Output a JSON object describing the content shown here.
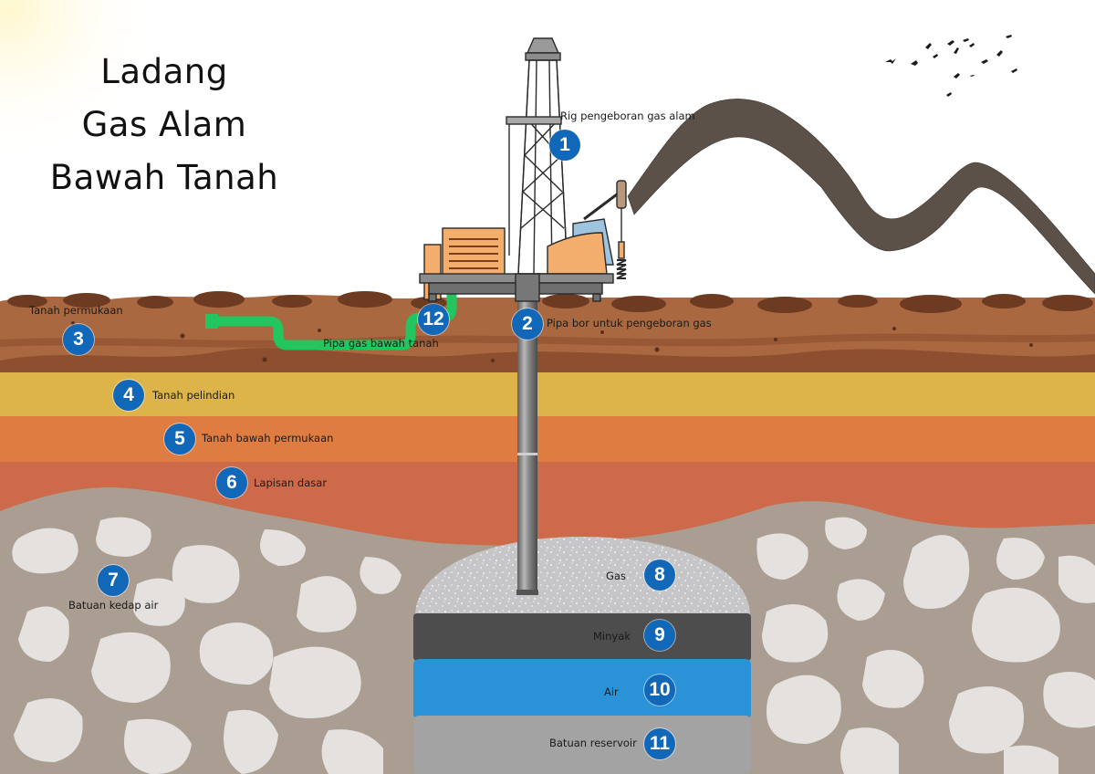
{
  "title": {
    "line1": "Ladang",
    "line2": "Gas Alam",
    "line3": "Bawah Tanah"
  },
  "colors": {
    "sky": "#ffffff",
    "topsoil": "#a9683f",
    "topsoil_dark": "#7a4528",
    "leaching_layer": "#dcb44a",
    "subsoil": "#df7c42",
    "bedrock_layer": "#cc6a4a",
    "impermeable_rock": "#aa9d92",
    "rock_stone": "#e5e1de",
    "gas_dome": "#c9c9cb",
    "oil": "#4d4d4d",
    "water": "#2a93d8",
    "reservoir_rock": "#a3a3a3",
    "marker": "#1268b8",
    "pipeline": "#22c55e",
    "smoke": "#5c5149",
    "drill_pipe": "#8a8a8a"
  },
  "markers": [
    {
      "num": "1",
      "label": "Rig pengeboran gas alam"
    },
    {
      "num": "2",
      "label": "Pipa bor untuk pengeboran gas"
    },
    {
      "num": "3",
      "label": "Tanah permukaan"
    },
    {
      "num": "4",
      "label": "Tanah pelindian"
    },
    {
      "num": "5",
      "label": "Tanah bawah permukaan"
    },
    {
      "num": "6",
      "label": "Lapisan dasar"
    },
    {
      "num": "7",
      "label": "Batuan kedap air"
    },
    {
      "num": "8",
      "label": "Gas"
    },
    {
      "num": "9",
      "label": "Minyak"
    },
    {
      "num": "10",
      "label": "Air"
    },
    {
      "num": "11",
      "label": "Batuan reservoir"
    },
    {
      "num": "12",
      "label": "Pipa gas bawah tanah"
    }
  ]
}
